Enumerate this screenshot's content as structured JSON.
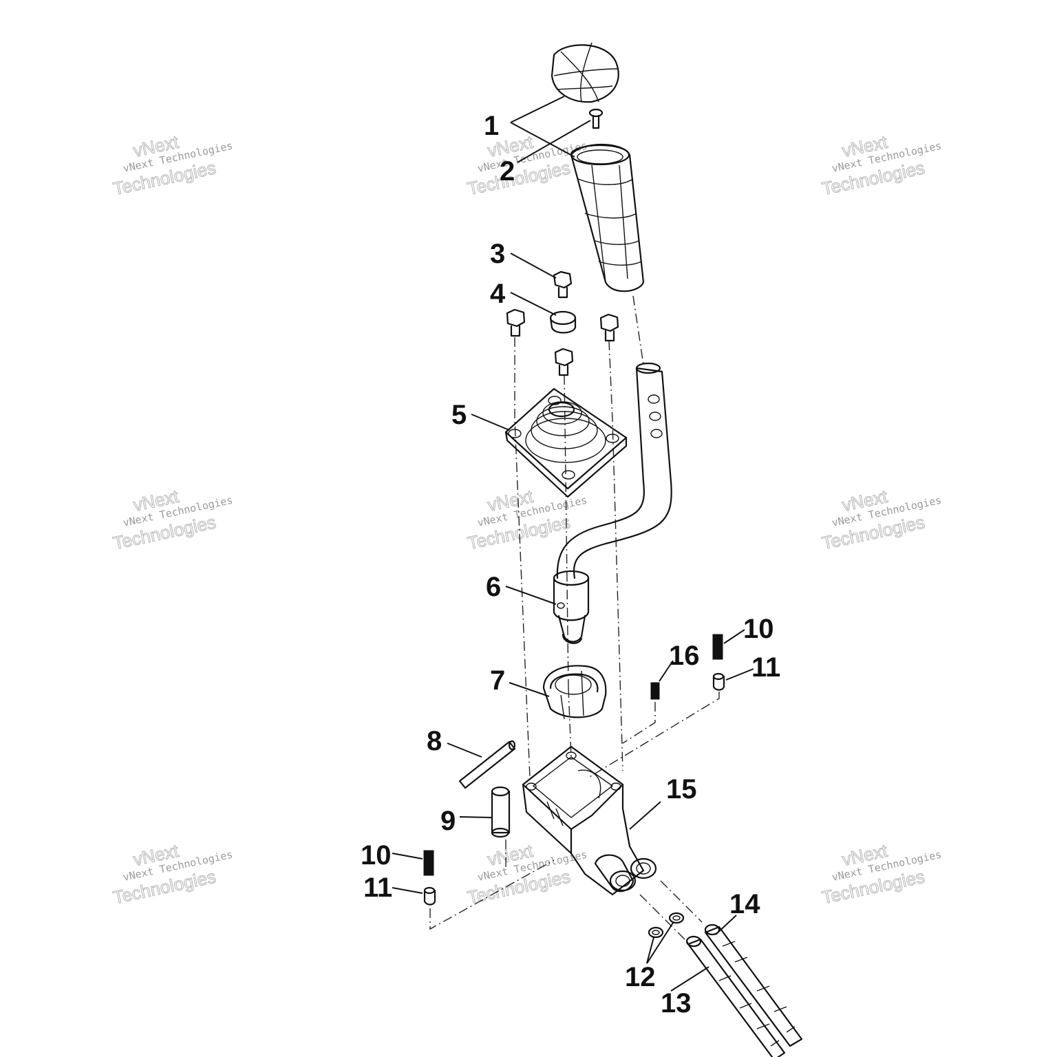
{
  "callouts": [
    {
      "id": "c1",
      "text": "1"
    },
    {
      "id": "c2",
      "text": "2"
    },
    {
      "id": "c3",
      "text": "3"
    },
    {
      "id": "c4",
      "text": "4"
    },
    {
      "id": "c5",
      "text": "5"
    },
    {
      "id": "c6",
      "text": "6"
    },
    {
      "id": "c7",
      "text": "7"
    },
    {
      "id": "c8",
      "text": "8"
    },
    {
      "id": "c9",
      "text": "9"
    },
    {
      "id": "c10a",
      "text": "10"
    },
    {
      "id": "c10b",
      "text": "10"
    },
    {
      "id": "c11a",
      "text": "11"
    },
    {
      "id": "c11b",
      "text": "11"
    },
    {
      "id": "c12",
      "text": "12"
    },
    {
      "id": "c13",
      "text": "13"
    },
    {
      "id": "c14",
      "text": "14"
    },
    {
      "id": "c15",
      "text": "15"
    },
    {
      "id": "c16",
      "text": "16"
    }
  ],
  "watermark": {
    "small": "vNext Technologies",
    "big": "Technologies",
    "top": "vNext"
  }
}
